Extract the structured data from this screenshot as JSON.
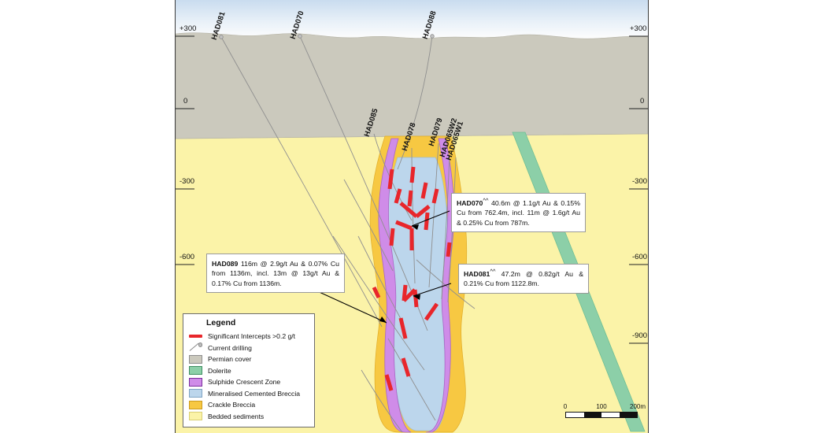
{
  "figure": {
    "type": "geological-cross-section",
    "axis_left_ticks": [
      "+300",
      "0",
      "-300",
      "-600"
    ],
    "axis_right_ticks": [
      "+300",
      "0",
      "-300",
      "-600",
      "-900"
    ]
  },
  "drill_holes": [
    {
      "id": "HAD081",
      "label": "HAD081"
    },
    {
      "id": "HAD070",
      "label": "HAD070"
    },
    {
      "id": "HAD088",
      "label": "HAD088"
    },
    {
      "id": "HAD085",
      "label": "HAD085"
    },
    {
      "id": "HAD078",
      "label": "HAD078"
    },
    {
      "id": "HAD079",
      "label": "HAD079"
    },
    {
      "id": "HAD065W2",
      "label": "HAD065W2"
    },
    {
      "id": "HAD065W1",
      "label": "HAD065W1"
    }
  ],
  "callouts": [
    {
      "id": "HAD070",
      "hole": "HAD070",
      "marker": "^^",
      "text": " 40.6m @ 1.1g/t Au & 0.15% Cu from 762.4m, incl. 11m @ 1.6g/t Au & 0.25% Cu from 787m."
    },
    {
      "id": "HAD089",
      "hole": "HAD089",
      "marker": "",
      "text": " 116m @ 2.9g/t Au & 0.07% Cu from 1136m, incl. 13m @ 13g/t Au & 0.17% Cu from 1136m."
    },
    {
      "id": "HAD081",
      "hole": "HAD081",
      "marker": "^^",
      "text": " 47.2m @ 0.82g/t Au & 0.21% Cu from 1122.8m."
    }
  ],
  "legend": {
    "title": "Legend",
    "items": [
      {
        "label": "Significant Intercepts >0.2 g/t",
        "swatch": "red-bar",
        "color": "#e8262b"
      },
      {
        "label": "Current drilling",
        "swatch": "drill",
        "color": "#8a8a8a"
      },
      {
        "label": "Permian cover",
        "swatch": "box",
        "color": "#c9c9c9"
      },
      {
        "label": "Dolerite",
        "swatch": "box",
        "color": "#77c9a4"
      },
      {
        "label": "Sulphide Crescent Zone",
        "swatch": "box",
        "color": "#c98ce0"
      },
      {
        "label": "Mineralised Cemented Breccia",
        "swatch": "box",
        "color": "#bcd4ec"
      },
      {
        "label": "Crackle Breccia",
        "swatch": "box",
        "color": "#f5c councils"
      },
      {
        "label": "Bedded sediments",
        "swatch": "box",
        "color": "#fbf0a8"
      }
    ]
  },
  "scalebar": {
    "ticks": [
      "0",
      "100",
      "200m"
    ]
  },
  "colors": {
    "sky_top": "#cfe0f0",
    "sky_bottom": "#ffffff",
    "permian_cover": "#cbc9bd",
    "bedded_sediments": "#fbf3a8",
    "crackle_breccia": "#f7c842",
    "mineralised_breccia": "#bcd6ec",
    "sulphide_crescent": "#cf8ce8",
    "dolerite": "#8ccfa8",
    "intercept_red": "#e8262b",
    "drill_trace": "#8f8f8f",
    "frame": "#3a3a3a"
  }
}
